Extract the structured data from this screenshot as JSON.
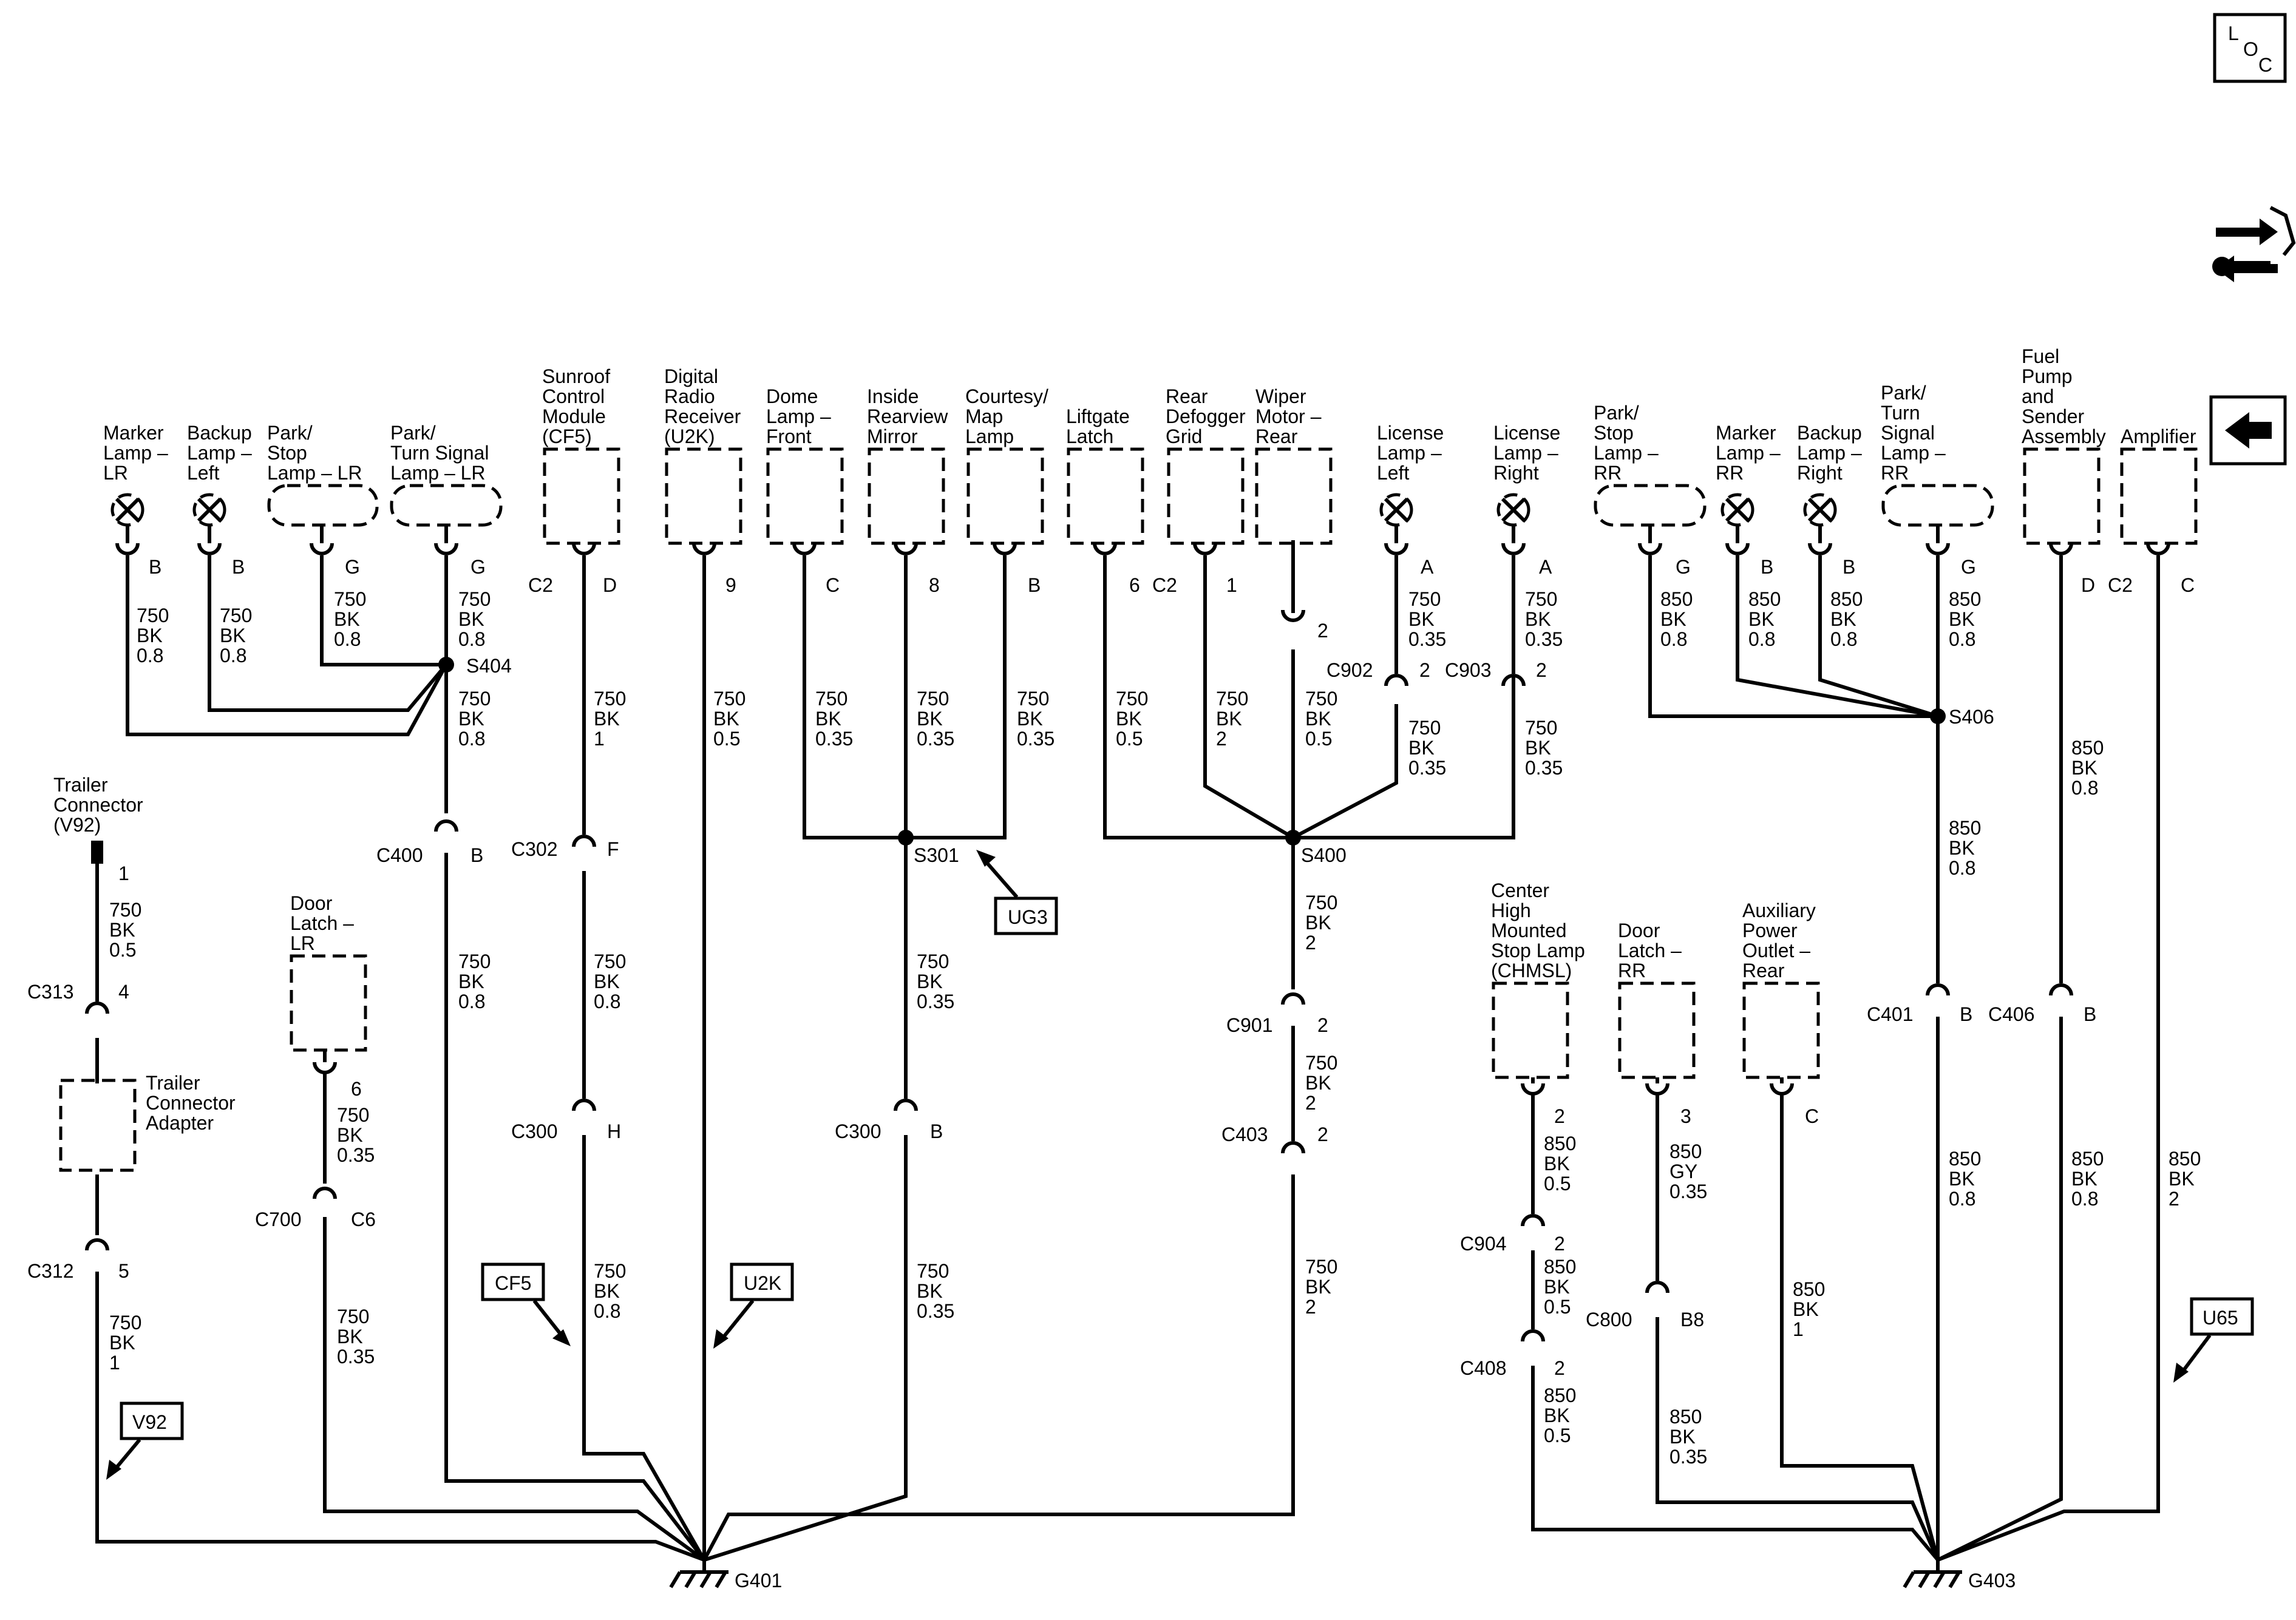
{
  "icons": {
    "loc_l": "L",
    "loc_o": "O",
    "loc_c": "C"
  },
  "components": {
    "marker_lr": [
      "Marker",
      "Lamp –",
      "LR"
    ],
    "backup_left": [
      "Backup",
      "Lamp –",
      "Left"
    ],
    "park_stop_lr": [
      "Park/",
      "Stop",
      "Lamp – LR"
    ],
    "park_turn_lr": [
      "Park/",
      "Turn Signal",
      "Lamp – LR"
    ],
    "sunroof": [
      "Sunroof",
      "Control",
      "Module",
      "(CF5)"
    ],
    "radio": [
      "Digital",
      "Radio",
      "Receiver",
      "(U2K)"
    ],
    "dome": [
      "Dome",
      "Lamp –",
      "Front"
    ],
    "mirror": [
      "Inside",
      "Rearview",
      "Mirror"
    ],
    "courtesy": [
      "Courtesy/",
      "Map",
      "Lamp"
    ],
    "liftgate": [
      "Liftgate",
      "Latch"
    ],
    "defogger": [
      "Rear",
      "Defogger",
      "Grid"
    ],
    "wiper": [
      "Wiper",
      "Motor –",
      "Rear"
    ],
    "license_left": [
      "License",
      "Lamp –",
      "Left"
    ],
    "license_right": [
      "License",
      "Lamp –",
      "Right"
    ],
    "park_stop_rr": [
      "Park/",
      "Stop",
      "Lamp –",
      "RR"
    ],
    "marker_rr": [
      "Marker",
      "Lamp –",
      "RR"
    ],
    "backup_right": [
      "Backup",
      "Lamp –",
      "Right"
    ],
    "park_turn_rr": [
      "Park/",
      "Turn",
      "Signal",
      "Lamp –",
      "RR"
    ],
    "fuel_pump": [
      "Fuel",
      "Pump",
      "and",
      "Sender",
      "Assembly"
    ],
    "amplifier": [
      "Amplifier"
    ],
    "trailer_connector": [
      "Trailer",
      "Connector",
      "(V92)"
    ],
    "trailer_adapter": [
      "Trailer",
      "Connector",
      "Adapter"
    ],
    "door_latch_lr": [
      "Door",
      "Latch –",
      "LR"
    ],
    "chmsl": [
      "Center",
      "High",
      "Mounted",
      "Stop Lamp",
      "(CHMSL)"
    ],
    "door_latch_rr": [
      "Door",
      "Latch –",
      "RR"
    ],
    "aux_power": [
      "Auxiliary",
      "Power",
      "Outlet –",
      "Rear"
    ]
  },
  "pins": {
    "marker_lr": "B",
    "backup_left": "B",
    "park_stop_lr": "G",
    "park_turn_lr": "G",
    "sunroof_conn": "C2",
    "sunroof": "D",
    "radio": "9",
    "dome": "C",
    "mirror": "8",
    "courtesy": "B",
    "liftgate": "6",
    "defogger_conn": "C2",
    "defogger": "1",
    "wiper": "2",
    "license_left": "A",
    "license_right": "A",
    "park_stop_rr": "G",
    "marker_rr": "B",
    "backup_right": "B",
    "park_turn_rr": "G",
    "fuel_pump": "D",
    "amp_conn": "C2",
    "amp": "C",
    "trailer": "1",
    "c313": "4",
    "c312": "5",
    "door_lr": "6",
    "c700": "C6",
    "c400": "B",
    "c302": "F",
    "c300_left": "H",
    "c300_right": "B",
    "c902": "2",
    "c903": "2",
    "c901": "2",
    "c403": "2",
    "chmsl": "2",
    "c904": "2",
    "c408": "2",
    "door_rr": "3",
    "c800": "B8",
    "aux": "C",
    "c401": "B",
    "c406": "B"
  },
  "connectors": {
    "c313": "C313",
    "c312": "C312",
    "c700": "C700",
    "c400": "C400",
    "c302": "C302",
    "c300_left": "C300",
    "c300_right": "C300",
    "c902": "C902",
    "c903": "C903",
    "c901": "C901",
    "c403": "C403",
    "c904": "C904",
    "c408": "C408",
    "c800": "C800",
    "c401": "C401",
    "c406": "C406"
  },
  "splices": {
    "s404": "S404",
    "s301": "S301",
    "s400": "S400",
    "s406": "S406"
  },
  "grounds": {
    "g401": "G401",
    "g403": "G403"
  },
  "options": {
    "ug3": "UG3",
    "cf5": "CF5",
    "u2k": "U2K",
    "v92": "V92",
    "u65": "U65"
  },
  "wires": {
    "w1": [
      "750",
      "BK",
      "0.8"
    ],
    "w2": [
      "750",
      "BK",
      "0.8"
    ],
    "w3": [
      "750",
      "BK",
      "0.8"
    ],
    "w4": [
      "750",
      "BK",
      "0.8"
    ],
    "w5": [
      "750",
      "BK",
      "0.8"
    ],
    "w6": [
      "750",
      "BK",
      "0.8"
    ],
    "w7": [
      "750",
      "BK",
      "1"
    ],
    "w8": [
      "750",
      "BK",
      "0.8"
    ],
    "w9": [
      "750",
      "BK",
      "0.8"
    ],
    "w10": [
      "750",
      "BK",
      "0.5"
    ],
    "w11": [
      "750",
      "BK",
      "0.35"
    ],
    "w12": [
      "750",
      "BK",
      "0.35"
    ],
    "w13": [
      "750",
      "BK",
      "0.35"
    ],
    "w14": [
      "750",
      "BK",
      "0.35"
    ],
    "w15": [
      "750",
      "BK",
      "0.35"
    ],
    "w16": [
      "750",
      "BK",
      "0.5"
    ],
    "w17": [
      "750",
      "BK",
      "2"
    ],
    "w18": [
      "750",
      "BK",
      "0.5"
    ],
    "w19": [
      "750",
      "BK",
      "0.35"
    ],
    "w20": [
      "750",
      "BK",
      "0.35"
    ],
    "w21": [
      "750",
      "BK",
      "0.35"
    ],
    "w22": [
      "750",
      "BK",
      "0.35"
    ],
    "w23": [
      "750",
      "BK",
      "2"
    ],
    "w24": [
      "750",
      "BK",
      "2"
    ],
    "w25": [
      "750",
      "BK",
      "2"
    ],
    "w26": [
      "750",
      "BK",
      "0.5"
    ],
    "w27": [
      "750",
      "BK",
      "1"
    ],
    "w28": [
      "750",
      "BK",
      "0.35"
    ],
    "w29": [
      "750",
      "BK",
      "0.35"
    ],
    "w30": [
      "850",
      "BK",
      "0.8"
    ],
    "w31": [
      "850",
      "BK",
      "0.8"
    ],
    "w32": [
      "850",
      "BK",
      "0.8"
    ],
    "w33": [
      "850",
      "BK",
      "0.8"
    ],
    "w34": [
      "850",
      "BK",
      "0.8"
    ],
    "w35": [
      "850",
      "BK",
      "0.8"
    ],
    "w36": [
      "850",
      "BK",
      "0.8"
    ],
    "w37": [
      "850",
      "BK",
      "0.8"
    ],
    "w38": [
      "850",
      "BK",
      "2"
    ],
    "w39": [
      "850",
      "BK",
      "0.5"
    ],
    "w40": [
      "850",
      "BK",
      "0.5"
    ],
    "w41": [
      "850",
      "BK",
      "0.5"
    ],
    "w42": [
      "850",
      "GY",
      "0.35"
    ],
    "w43": [
      "850",
      "BK",
      "0.35"
    ],
    "w44": [
      "850",
      "BK",
      "1"
    ]
  }
}
